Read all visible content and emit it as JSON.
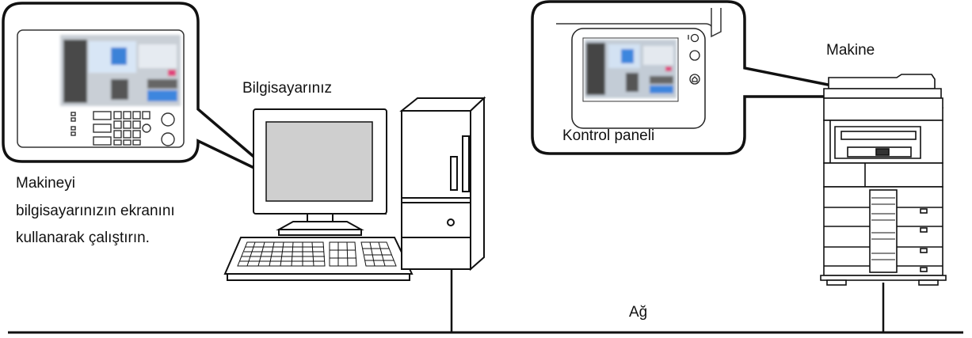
{
  "labels": {
    "computer": "Bilgisayarınız",
    "machine": "Makine",
    "control_panel": "Kontrol paneli",
    "network": "Ağ",
    "instruction_line1": "Makineyi",
    "instruction_line2": "bilgisayarınızın ekranını",
    "instruction_line3": "kullanarak çalıştırın."
  },
  "colors": {
    "stroke": "#111111",
    "monitor_screen": "#cfcfcf",
    "panel_screen_bg": "#bfc8d2",
    "panel_screen_blue": "#4a8fe0",
    "panel_screen_dark": "#3a3a3a",
    "panel_screen_pink": "#e0407a",
    "printer_body": "#f4f4f4"
  },
  "icons": {
    "left_callout": "control-panel-full-illustration",
    "right_callout": "control-panel-touchscreen-illustration",
    "computer": "desktop-computer-illustration",
    "printer": "multifunction-printer-illustration"
  }
}
